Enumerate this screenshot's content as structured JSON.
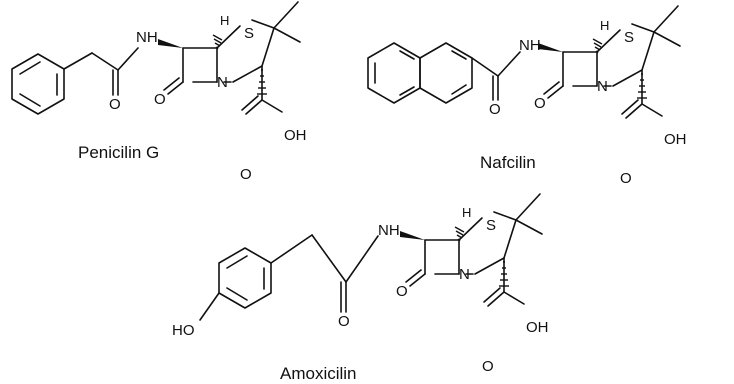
{
  "molecules": [
    {
      "name": "Penicilin G",
      "atoms": {
        "nh": "NH",
        "h": "H",
        "s": "S",
        "n": "N",
        "o1": "O",
        "o2": "O",
        "o3": "O",
        "oh": "OH"
      }
    },
    {
      "name": "Nafcilin",
      "atoms": {
        "nh": "NH",
        "h": "H",
        "s": "S",
        "n": "N",
        "o1": "O",
        "o2": "O",
        "o3": "O",
        "oh": "OH"
      }
    },
    {
      "name": "Amoxicilin",
      "atoms": {
        "nh": "NH",
        "h": "H",
        "s": "S",
        "n": "N",
        "o1": "O",
        "o2": "O",
        "o3": "O",
        "oh": "OH",
        "ho": "HO"
      }
    }
  ],
  "colors": {
    "bond": "#111111",
    "text": "#111111",
    "background": "#ffffff"
  }
}
